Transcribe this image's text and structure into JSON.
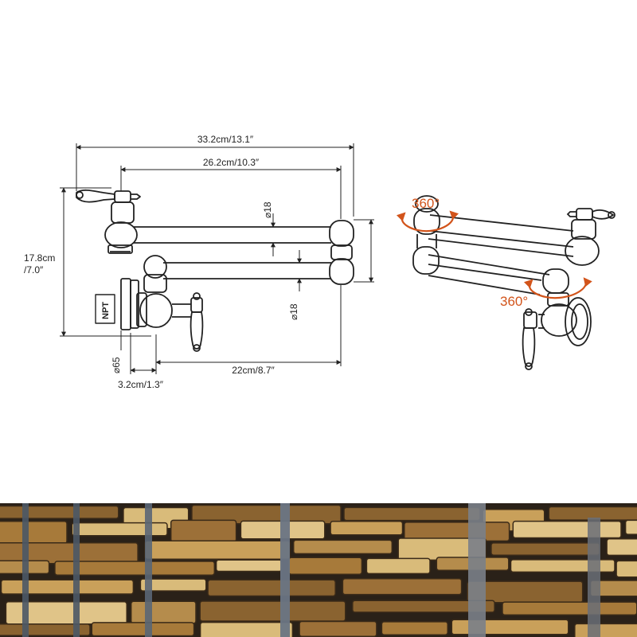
{
  "dimensions": {
    "overall_width": "33.2cm/13.1″",
    "arm_width": "26.2cm/10.3″",
    "height_cm": "17.8cm",
    "height_in": "/7.0″",
    "pipe_diameter_top": "⌀18",
    "pipe_diameter_bottom": "⌀18",
    "flange_diameter": "⌀65",
    "flange_depth": "3.2cm/1.3″",
    "reach": "22cm/8.7″",
    "thread_label": "NPT"
  },
  "rotation": {
    "top_label": "360°",
    "bottom_label": "360°",
    "arrow_color": "#d2541b"
  },
  "photo": {
    "description_colors": [
      "#6b4a22",
      "#c9a05a",
      "#2a2118"
    ]
  }
}
